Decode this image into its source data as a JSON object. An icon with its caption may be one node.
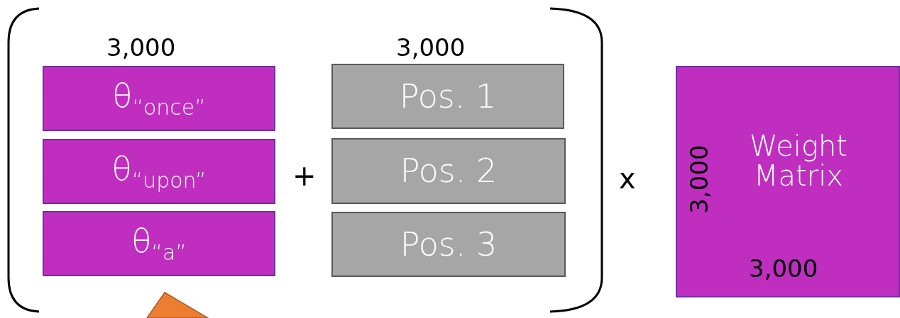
{
  "diagram": {
    "nodes": [
      {
        "text": [
          "θ$_{“once”}$"
        ]
      },
      {
        "text": [
          "θ$_{“upon”}$"
        ]
      },
      {
        "text": [
          "θ$_{“a”}$"
        ]
      },
      {
        "text": [
          "Pos. 1"
        ]
      },
      {
        "text": [
          "Pos. 2"
        ]
      },
      {
        "text": [
          "Pos. 3"
        ]
      },
      {
        "text": [
          "Weight Matrix"
        ]
      },
      {
        "text": [],
        "shape": "triangle"
      }
    ],
    "labels": [
      "3,000",
      "3,000",
      "+",
      "x",
      "3,000",
      "3,000"
    ]
  }
}
